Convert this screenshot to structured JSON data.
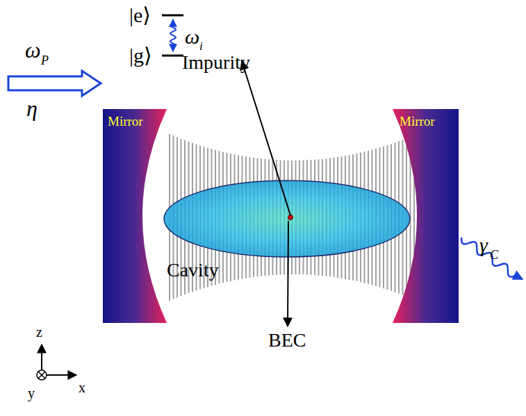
{
  "diagram": {
    "nodes": [
      {
        "text": [
          "Mirror"
        ]
      },
      {
        "text": [
          "Mirror"
        ]
      }
    ],
    "labels": [
      "|e⟩",
      "|g⟩",
      "ω",
      "i",
      "Impurity",
      "ω",
      "P",
      "η",
      "Cavity",
      "BEC",
      "γ",
      "C",
      "z",
      "y",
      "x"
    ]
  }
}
